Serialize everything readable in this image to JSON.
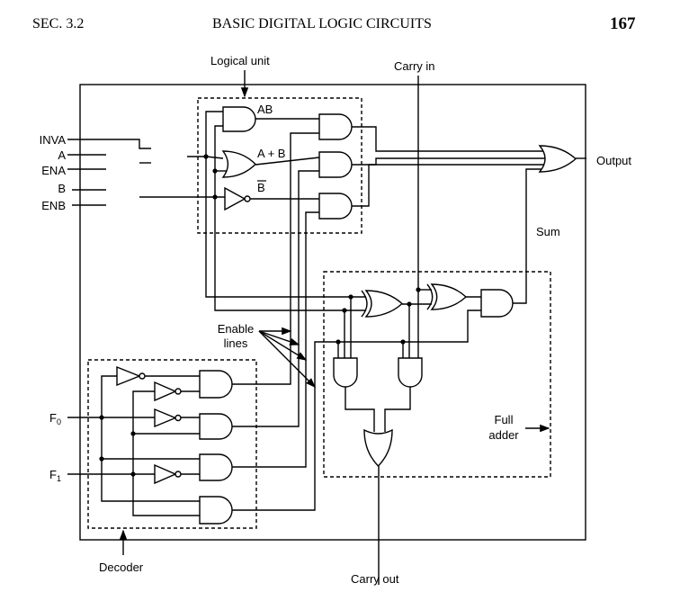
{
  "header": {
    "section": "SEC. 3.2",
    "title": "BASIC DIGITAL LOGIC CIRCUITS",
    "page_number": "167"
  },
  "diagram": {
    "labels": {
      "logical_unit": "Logical unit",
      "carry_in": "Carry in",
      "inva": "INVA",
      "a": "A",
      "ena": "ENA",
      "b": "B",
      "enb": "ENB",
      "ab": "AB",
      "a_plus_b": "A + B",
      "b_not": "B",
      "output": "Output",
      "sum": "Sum",
      "enable_lines_1": "Enable",
      "enable_lines_2": "lines",
      "f0": "F",
      "f0_sub": "0",
      "f1": "F",
      "f1_sub": "1",
      "full_adder_1": "Full",
      "full_adder_2": "adder",
      "decoder": "Decoder",
      "carry_out": "Carry out"
    }
  }
}
